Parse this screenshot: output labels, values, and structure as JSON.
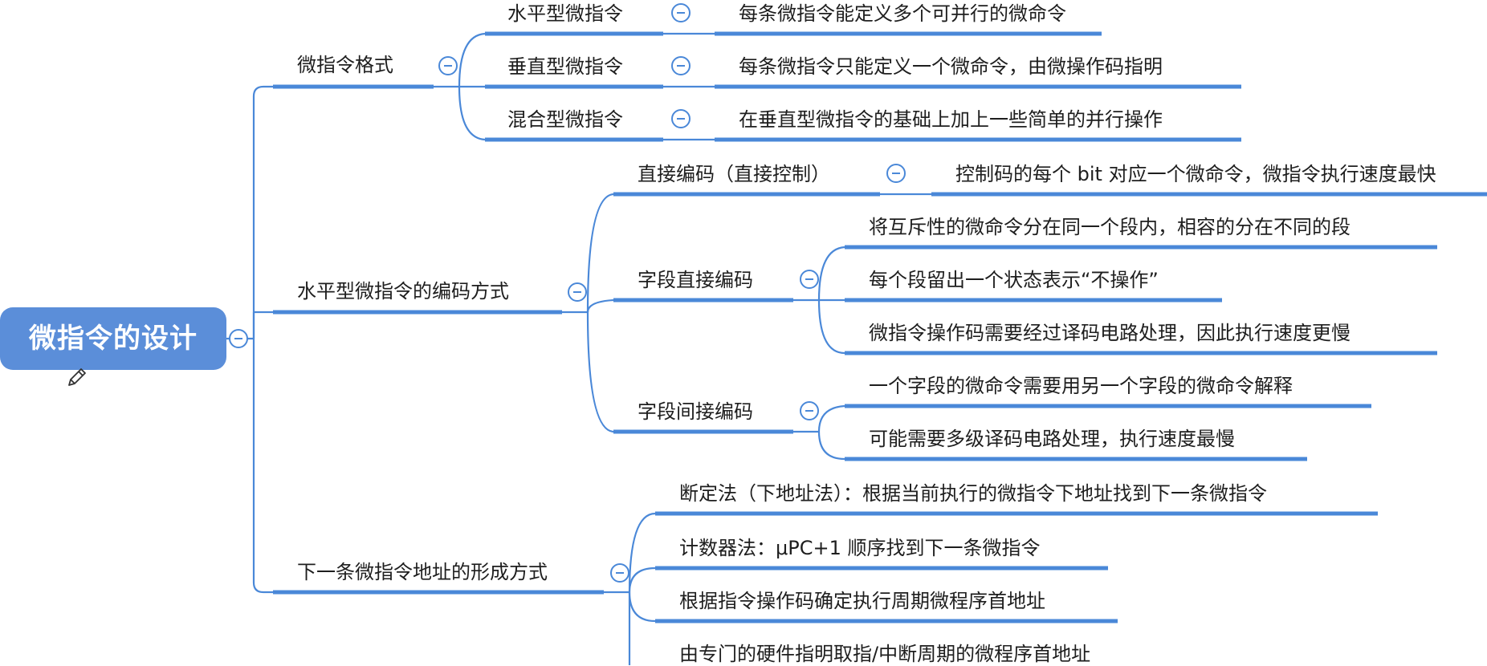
{
  "root": {
    "label": "微指令的设计"
  },
  "branches": [
    {
      "label": "微指令格式",
      "children": [
        {
          "label": "水平型微指令",
          "detail": "每条微指令能定义多个可并行的微命令"
        },
        {
          "label": "垂直型微指令",
          "detail": "每条微指令只能定义一个微命令，由微操作码指明"
        },
        {
          "label": "混合型微指令",
          "detail": "在垂直型微指令的基础上加上一些简单的并行操作"
        }
      ]
    },
    {
      "label": "水平型微指令的编码方式",
      "children": [
        {
          "label": "直接编码（直接控制）",
          "details": [
            "控制码的每个 bit 对应一个微命令，微指令执行速度最快"
          ]
        },
        {
          "label": "字段直接编码",
          "details": [
            "将互斥性的微命令分在同一个段内，相容的分在不同的段",
            "每个段留出一个状态表示“不操作”",
            "微指令操作码需要经过译码电路处理，因此执行速度更慢"
          ]
        },
        {
          "label": "字段间接编码",
          "details": [
            "一个字段的微命令需要用另一个字段的微命令解释",
            "可能需要多级译码电路处理，执行速度最慢"
          ]
        }
      ]
    },
    {
      "label": "下一条微指令地址的形成方式",
      "children": [
        {
          "label": "断定法（下地址法）：根据当前执行的微指令下地址找到下一条微指令"
        },
        {
          "label": "计数器法：μPC+1 顺序找到下一条微指令"
        },
        {
          "label": "根据指令操作码确定执行周期微程序首地址"
        },
        {
          "label": "由专门的硬件指明取指/中断周期的微程序首地址"
        }
      ]
    }
  ],
  "colors": {
    "line": "#4a88d8",
    "root_fill": "#5b8ed9"
  },
  "icons": {
    "collapse": "collapse-minus-icon",
    "edit": "pencil-icon"
  }
}
